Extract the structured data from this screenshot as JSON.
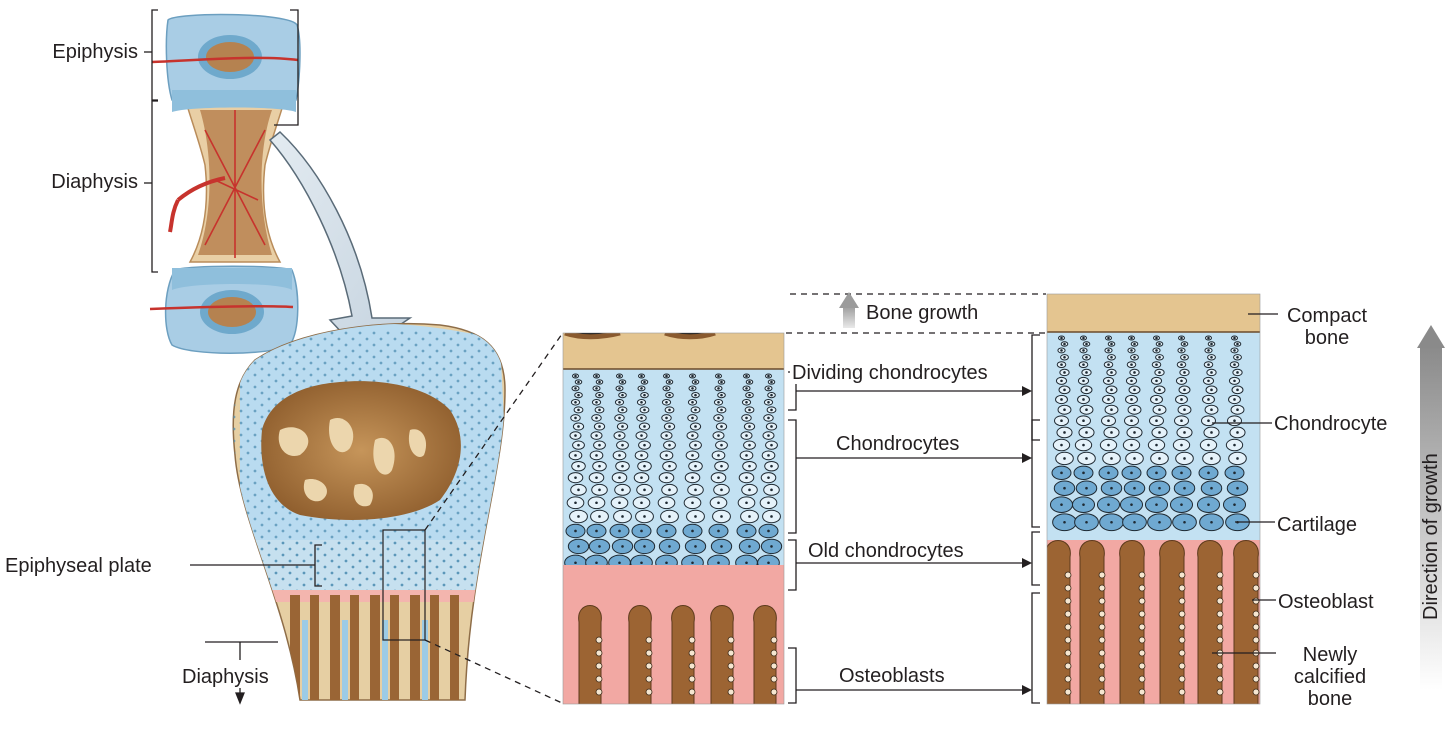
{
  "labels": {
    "epiphysis": "Epiphysis",
    "diaphysis_top": "Diaphysis",
    "epiphyseal_plate": "Epiphyseal plate",
    "diaphysis_bottom": "Diaphysis",
    "bone_growth": "Bone growth",
    "dividing_chondrocytes": "Dividing chondrocytes",
    "chondrocytes": "Chondrocytes",
    "old_chondrocytes": "Old chondrocytes",
    "osteoblasts": "Osteoblasts",
    "compact_bone": [
      "Compact",
      "bone"
    ],
    "chondrocyte": "Chondrocyte",
    "cartilage": "Cartilage",
    "osteoblast": "Osteoblast",
    "newly_calcified_bone": [
      "Newly",
      "calcified",
      "bone"
    ],
    "direction_of_growth": "Direction of growth"
  },
  "colors": {
    "cartilage_blue": "#bfe0f2",
    "cartilage_dark_blue": "#7fb8d8",
    "spongy_bone": "#a8743e",
    "compact_bone": "#e8c99a",
    "newly_calcified_pink": "#f4a9a4",
    "blood_vessel": "#d5282d",
    "label_line": "#231f20"
  }
}
